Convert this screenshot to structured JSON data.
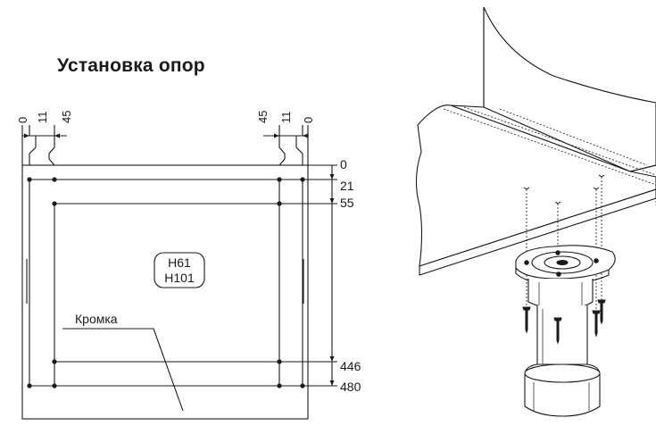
{
  "title": "Установка опор",
  "top_dimensions_left": [
    "0",
    "11",
    "45"
  ],
  "top_dimensions_right": [
    "45",
    "11",
    "0"
  ],
  "right_dimensions": [
    "0",
    "21",
    "55",
    "446",
    "480"
  ],
  "model_labels": [
    "H61",
    "H101"
  ],
  "edge_label": "Кромка",
  "colors": {
    "line": "#1a1a1a",
    "background": "#ffffff"
  }
}
